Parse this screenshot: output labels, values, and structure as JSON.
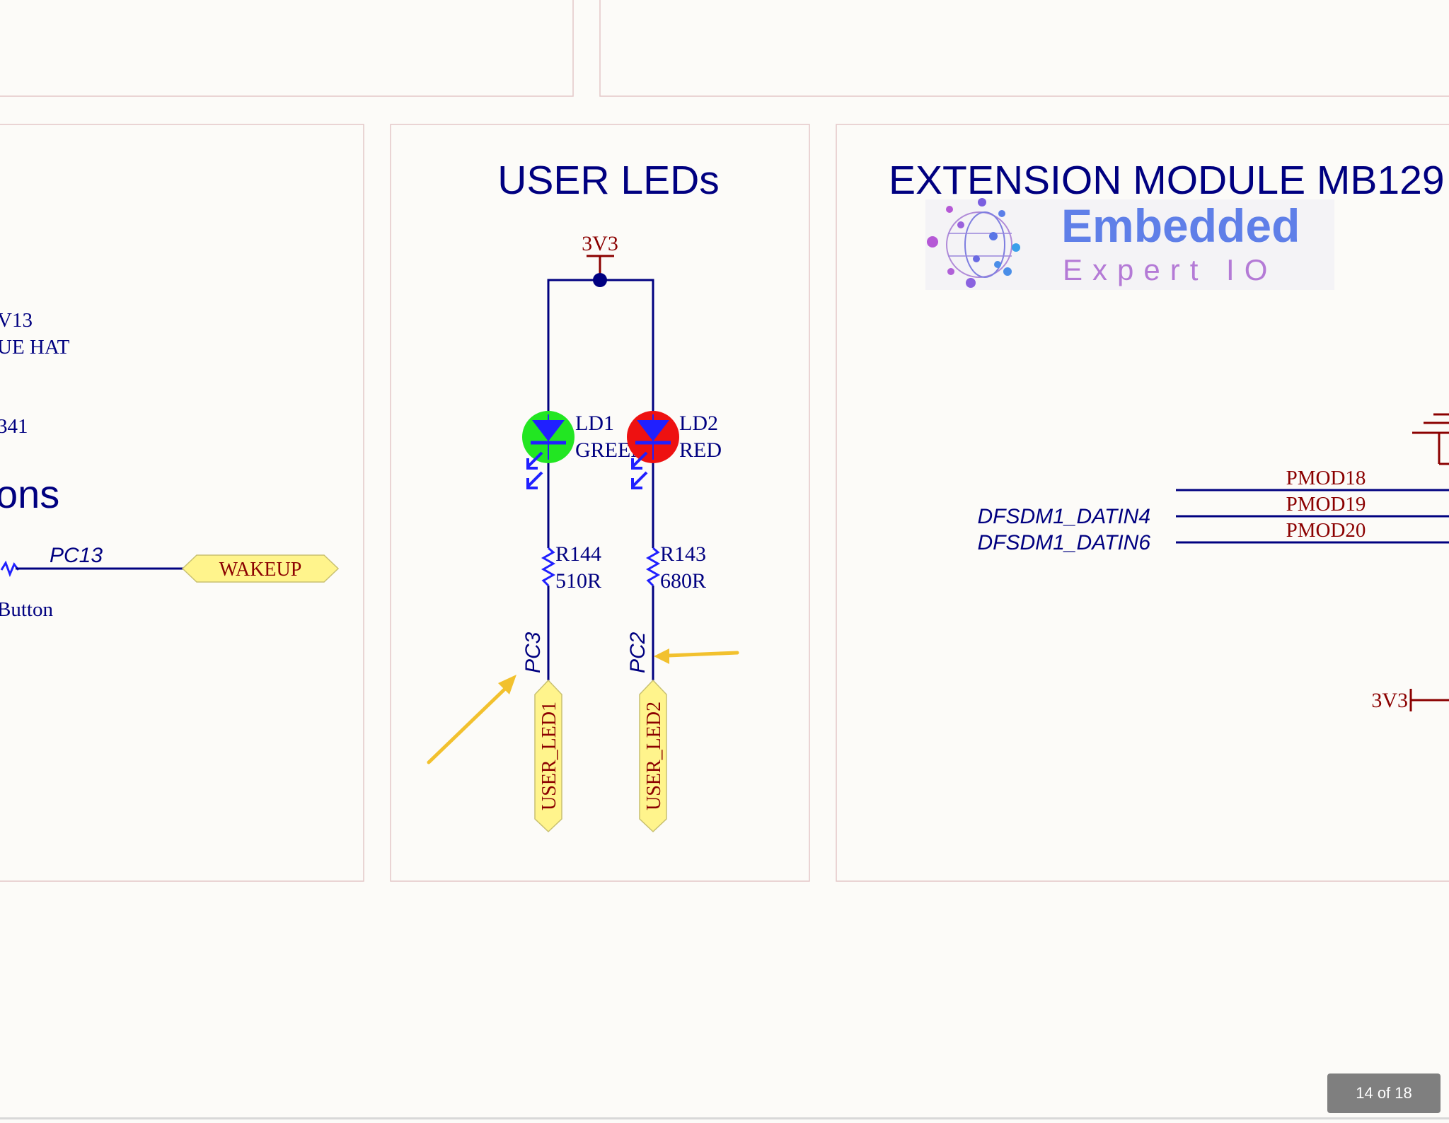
{
  "left_panel": {
    "text_v13": "V13",
    "text_hat": "UE HAT",
    "text_341": "341",
    "heading_fragment": "ons",
    "net_label": "PC13",
    "port_label": "WAKEUP",
    "button_text": "Button"
  },
  "user_leds": {
    "title": "USER LEDs",
    "supply": "3V3",
    "ld1_ref": "LD1",
    "ld1_value": "GREEN",
    "ld2_ref": "LD2",
    "ld2_value": "RED",
    "r144_ref": "R144",
    "r144_value": "510R",
    "r143_ref": "R143",
    "r143_value": "680R",
    "net_pc3": "PC3",
    "net_pc2": "PC2",
    "port_led1": "USER_LED1",
    "port_led2": "USER_LED2",
    "colors": {
      "wire": "#000080",
      "led_green": "#22e622",
      "led_red": "#ee1111",
      "arrow": "#f2c12e"
    }
  },
  "extension": {
    "title": "EXTENSION MODULE MB129",
    "logo_line1": "Embedded",
    "logo_line2": "Expert IO",
    "signals": [
      {
        "net": "DFSDM1_DATIN4",
        "pmod": "PMOD19"
      },
      {
        "net": "DFSDM1_DATIN6",
        "pmod": "PMOD20"
      }
    ],
    "pmod_top": "PMOD18",
    "supply": "3V3"
  },
  "pagination": {
    "label": "14 of 18"
  }
}
